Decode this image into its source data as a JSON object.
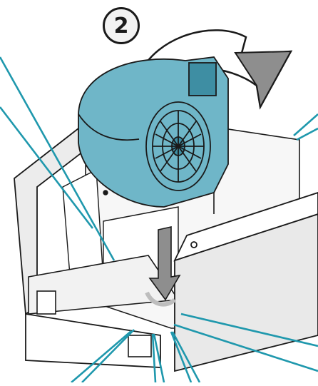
{
  "step": {
    "number": "2"
  },
  "colors": {
    "fan": "#6fb6c8",
    "fan_dark": "#3e8ea3",
    "leader_line": "#1f98ad",
    "outline": "#1a1a1a",
    "arrow_gray": "#8e8e8e",
    "panel_gray": "#e2e2e2"
  },
  "icons": {
    "rotate_arrow": "curved-rotate-arrow",
    "down_arrow": "insert-down-arrow"
  }
}
